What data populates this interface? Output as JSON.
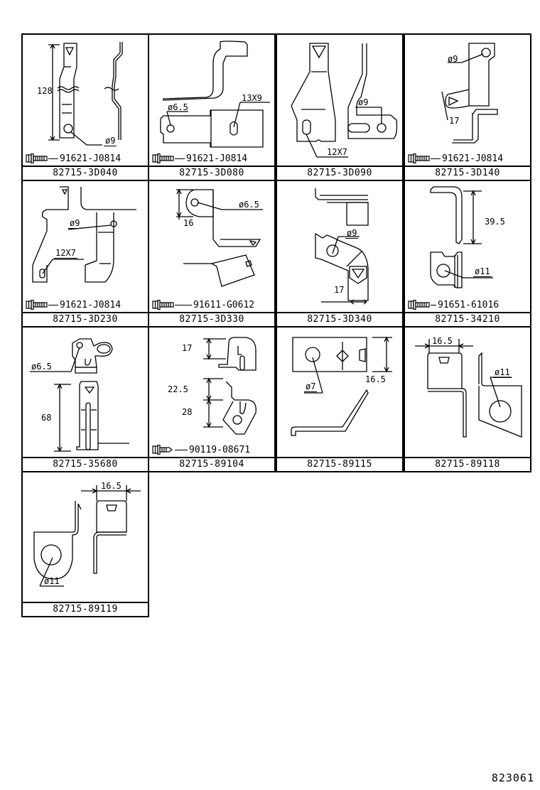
{
  "diagram": {
    "title": "Bracket parts catalog illustration",
    "reference_number": "823061",
    "cells": [
      {
        "part_number": "82715-3D040",
        "bolt": "91621-J0814",
        "dims": [
          "128",
          "ø9"
        ]
      },
      {
        "part_number": "82715-3D080",
        "bolt": "91621-J0814",
        "dims": [
          "ø6.5",
          "13X9"
        ]
      },
      {
        "part_number": "82715-3D090",
        "bolt": "",
        "dims": [
          "ø9",
          "12X7"
        ]
      },
      {
        "part_number": "82715-3D140",
        "bolt": "91621-J0814",
        "dims": [
          "ø9",
          "17"
        ]
      },
      {
        "part_number": "82715-3D230",
        "bolt": "91621-J0814",
        "dims": [
          "ø9",
          "12X7"
        ]
      },
      {
        "part_number": "82715-3D330",
        "bolt": "91611-G0612",
        "dims": [
          "ø6.5",
          "16"
        ]
      },
      {
        "part_number": "82715-3D340",
        "bolt": "",
        "dims": [
          "ø9",
          "17"
        ]
      },
      {
        "part_number": "82715-34210",
        "bolt": "91651-61016",
        "dims": [
          "39.5",
          "ø11"
        ]
      },
      {
        "part_number": "82715-35680",
        "bolt": "",
        "dims": [
          "ø6.5",
          "68"
        ]
      },
      {
        "part_number": "82715-89104",
        "bolt": "90119-08671",
        "dims": [
          "17",
          "22.5",
          "28"
        ]
      },
      {
        "part_number": "82715-89115",
        "bolt": "",
        "dims": [
          "ø7",
          "16.5"
        ]
      },
      {
        "part_number": "82715-89118",
        "bolt": "",
        "dims": [
          "16.5",
          "ø11"
        ]
      },
      {
        "part_number": "82715-89119",
        "bolt": "",
        "dims": [
          "16.5",
          "ø11"
        ]
      }
    ]
  }
}
